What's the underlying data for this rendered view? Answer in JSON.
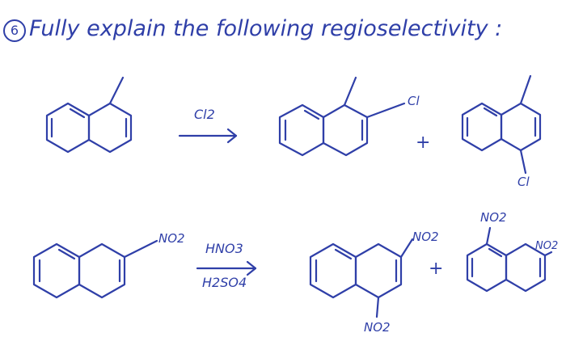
{
  "question": {
    "number": "6",
    "text": "Fully explain the following regioselectivity :"
  },
  "reaction1": {
    "reagent": "Cl2",
    "plus": "+",
    "product1_label": "Cl",
    "product2_label": "Cl"
  },
  "reaction2": {
    "reactant_label": "NO2",
    "reagent_top": "HNO3",
    "reagent_bottom": "H2SO4",
    "product1_label_top": "NO2",
    "product1_label_bottom": "NO2",
    "plus": "+",
    "product2_label_top": "NO2",
    "product2_label_right": "NO2"
  },
  "colors": {
    "ink": "#2f3fa8",
    "background": "#ffffff"
  }
}
